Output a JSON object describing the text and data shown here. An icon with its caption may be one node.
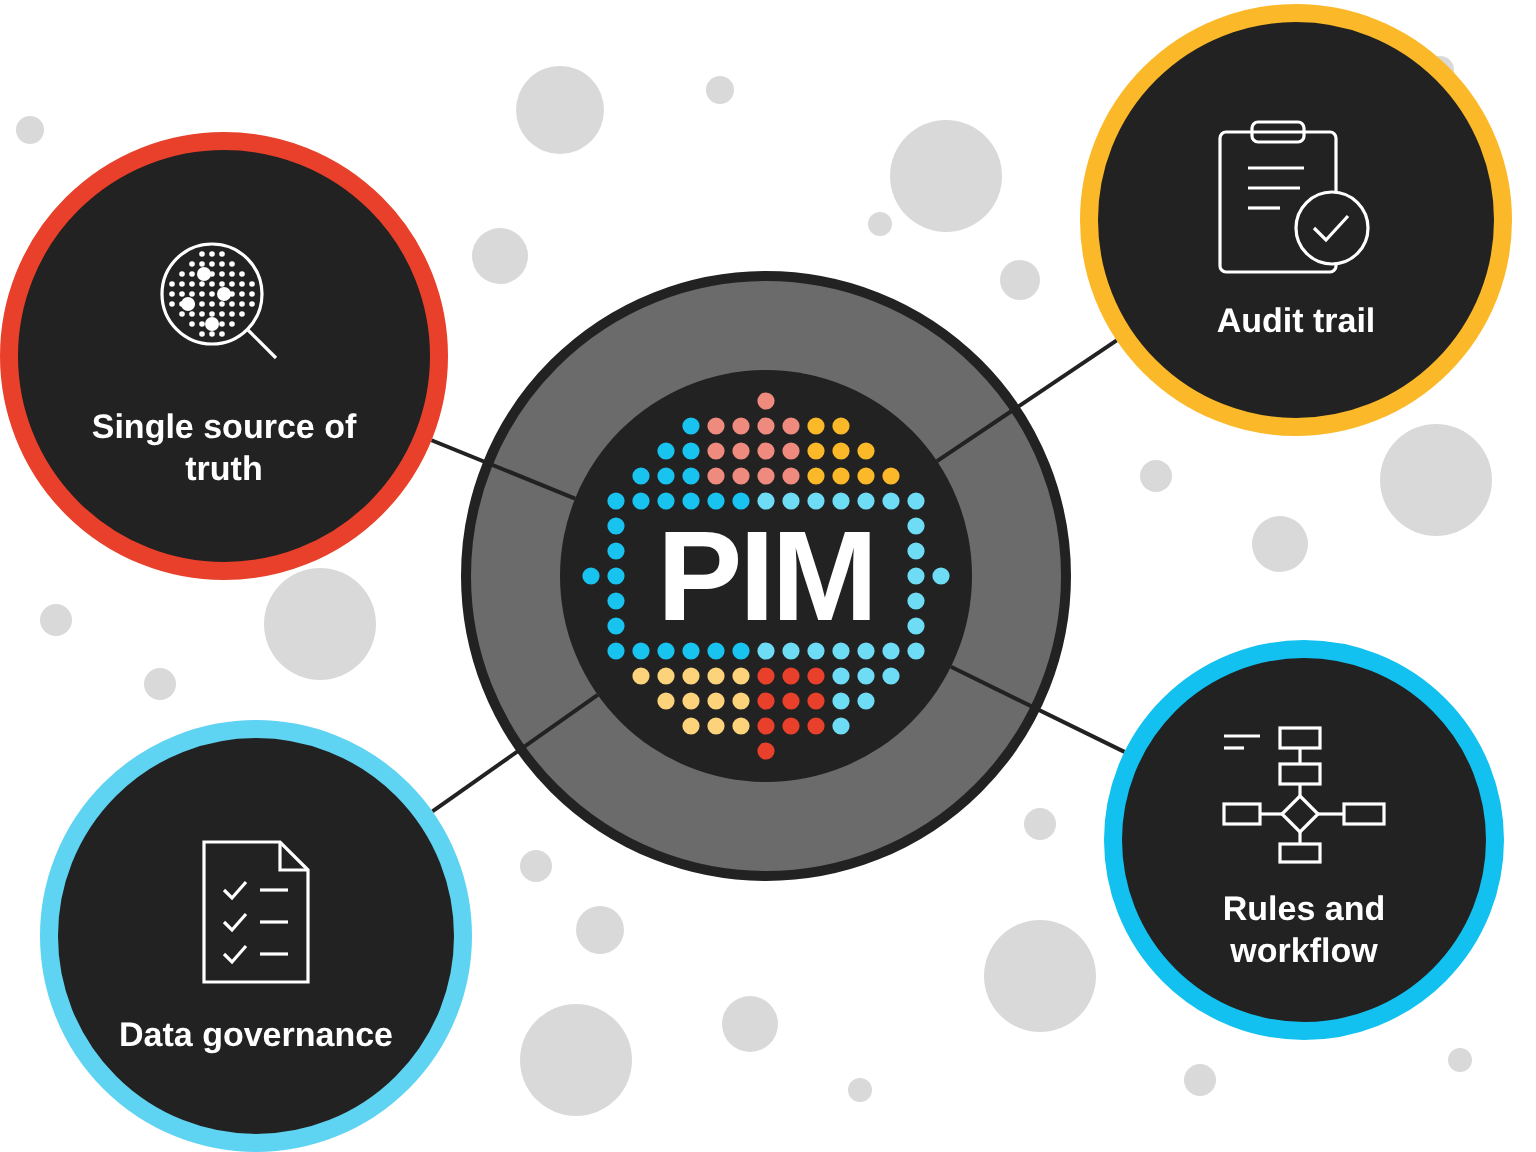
{
  "diagram": {
    "nodes": [
      {
        "text": [
          "PIM"
        ]
      },
      {
        "text": [
          "Single source of truth"
        ]
      },
      {
        "text": [
          "Audit trail"
        ]
      },
      {
        "text": [
          "Data governance"
        ]
      },
      {
        "text": [
          "Rules and workflow"
        ]
      }
    ],
    "edges": [
      {
        "from": 1,
        "to": 0,
        "arrow": "none"
      },
      {
        "from": 2,
        "to": 0,
        "arrow": "none"
      },
      {
        "from": 3,
        "to": 0,
        "arrow": "none"
      },
      {
        "from": 4,
        "to": 0,
        "arrow": "none"
      }
    ]
  }
}
